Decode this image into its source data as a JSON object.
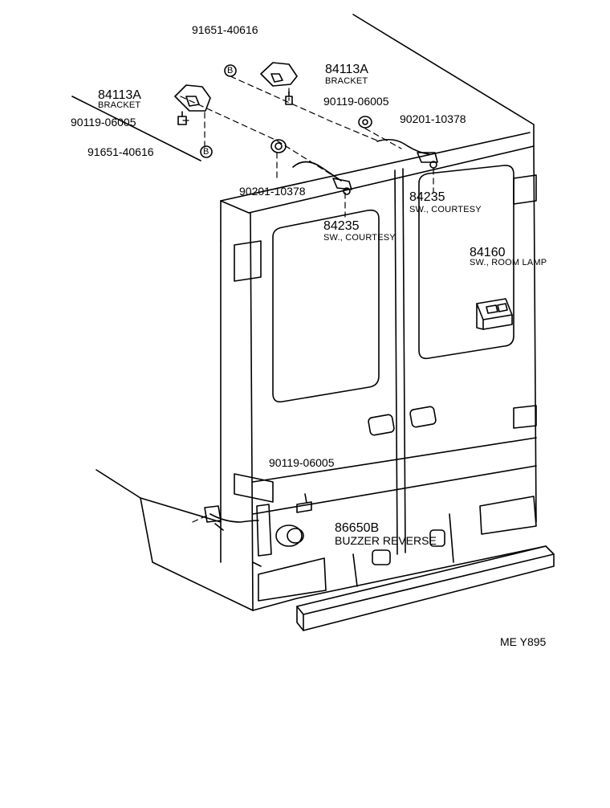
{
  "labels": {
    "top_screw": "91651-40616",
    "bracket_right_pn": "84113A",
    "bracket_right_name": "BRACKET",
    "bolt_right": "90119-06005",
    "grommet_right": "90201-10378",
    "bracket_left_pn": "84113A",
    "bracket_left_name": "BRACKET",
    "bolt_left": "90119-06005",
    "screw_left": "91651-40616",
    "grommet_left": "90201-10378",
    "switch_left_pn": "84235",
    "switch_left_name": "SW., COURTESY",
    "switch_right_pn": "84235",
    "switch_right_name": "SW., COURTESY",
    "room_lamp_pn": "84160",
    "room_lamp_name": "SW., ROOM LAMP",
    "bolt_lower": "90119-06005",
    "buzzer_pn": "86650B",
    "buzzer_name": "BUZZER REVERSE",
    "callout_letter": "B",
    "diagram_ref": "ME Y895"
  },
  "colors": {
    "line": "#000000",
    "background": "#ffffff"
  }
}
